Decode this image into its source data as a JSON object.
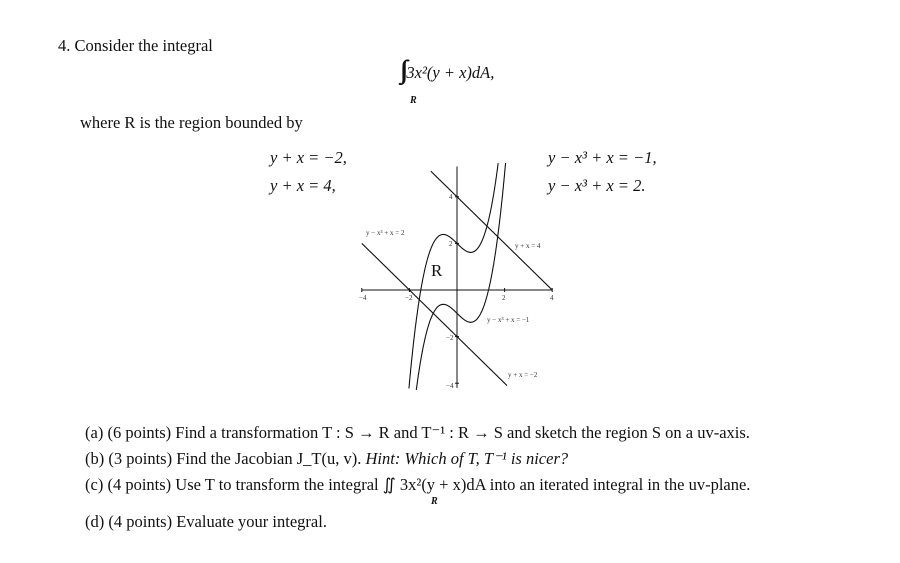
{
  "problem": {
    "number": "4.",
    "intro": "Consider the integral",
    "integrand": "3x²(y + x)dA,",
    "region_sub": "R",
    "where": "where R is the region bounded by",
    "eq_left": [
      "y + x = −2,",
      "y + x = 4,"
    ],
    "eq_right": [
      "y − x³ + x = −1,",
      "y − x³ + x = 2."
    ]
  },
  "figure": {
    "x_range": [
      -4,
      4
    ],
    "y_range": [
      -4,
      5.5
    ],
    "x_ticks": [
      "−4",
      "−2",
      "2",
      "4"
    ],
    "y_ticks": [
      "4",
      "2",
      "−2",
      "−4"
    ],
    "region_label": "R",
    "curve_labels": {
      "cubic_top": "y − x³ + x = 2",
      "cubic_bottom": "y − x³ + x = −1",
      "line_top": "y + x = 4",
      "line_bottom": "y + x = −2"
    }
  },
  "parts": [
    {
      "label": "(a)",
      "points": "(6 points)",
      "text": "Find a transformation T : S → R and T⁻¹ : R → S and sketch the region S on a uv-axis."
    },
    {
      "label": "(b)",
      "points": "(3 points)",
      "text": "Find the Jacobian J_T(u, v).",
      "hint": "Hint: Which of T, T⁻¹ is nicer?"
    },
    {
      "label": "(c)",
      "points": "(4 points)",
      "text": "Use T to transform the integral ∬ 3x²(y + x)dA into an iterated integral in the uv-plane.",
      "sub": "R"
    },
    {
      "label": "(d)",
      "points": "(4 points)",
      "text": "Evaluate your integral."
    }
  ]
}
